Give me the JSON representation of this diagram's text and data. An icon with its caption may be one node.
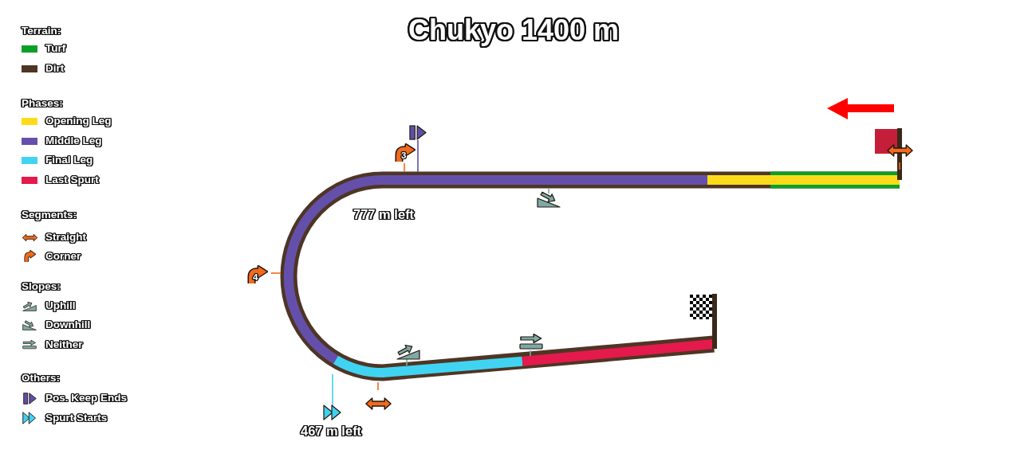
{
  "diagram": {
    "title": "Chukyo 1400 m",
    "labels": [
      "Terrain:",
      "Phases:",
      "Segments:",
      "Slopes:",
      "Others:",
      "3",
      "777 m left",
      "4",
      "467 m left"
    ],
    "legend": [
      {
        "text": "Turf",
        "color": "#0c9f28"
      },
      {
        "text": "Dirt",
        "color": "#4e3524"
      },
      {
        "text": "Opening Leg",
        "color": "#fcdc1a"
      },
      {
        "text": "Middle Leg",
        "color": "#6450ab"
      },
      {
        "text": "Final Leg",
        "color": "#40d4f2"
      },
      {
        "text": "Last Spurt",
        "color": "#e41a4c"
      },
      {
        "text": "Straight"
      },
      {
        "text": "Corner"
      },
      {
        "text": "Uphill"
      },
      {
        "text": "Downhill"
      },
      {
        "text": "Neither"
      },
      {
        "text": "Pos. Keep Ends"
      },
      {
        "text": "Spurt Starts"
      }
    ]
  }
}
